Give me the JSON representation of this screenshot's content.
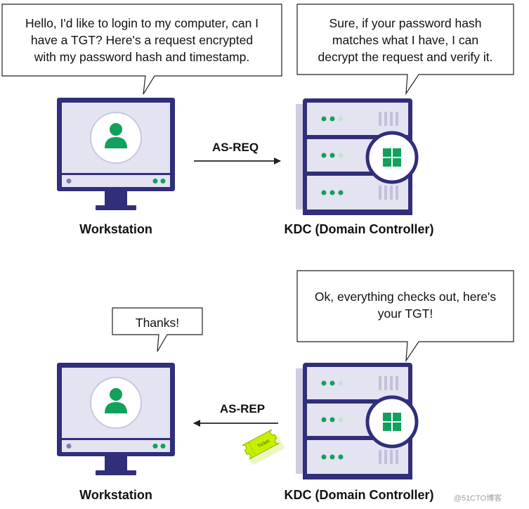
{
  "colors": {
    "monitor_frame": "#312f7a",
    "monitor_screen": "#e4e3f1",
    "avatar_circle": "#ffffff",
    "avatar_green": "#12a05c",
    "server_frame": "#312f7a",
    "server_body": "#e4e3f1",
    "server_shadow": "#cfcde3",
    "windows_green": "#12a05c",
    "bubble_border": "#222222",
    "ticket": "#c7f000"
  },
  "top": {
    "workstation_bubble": {
      "lines": [
        "Hello, I'd like to login to my computer, can I",
        "have a TGT? Here's a request encrypted",
        "with my password hash and timestamp."
      ]
    },
    "kdc_bubble": {
      "lines": [
        "Sure, if your password hash",
        "matches what I have, I can",
        "decrypt the request and verify it."
      ]
    },
    "workstation_label": "Workstation",
    "kdc_label": "KDC (Domain Controller)",
    "arrow_label": "AS-REQ",
    "arrow_direction": "right"
  },
  "bottom": {
    "workstation_bubble": {
      "lines": [
        "Thanks!"
      ]
    },
    "kdc_bubble": {
      "lines": [
        "Ok, everything checks out, here's",
        "your TGT!"
      ]
    },
    "workstation_label": "Workstation",
    "kdc_label": "KDC (Domain Controller)",
    "arrow_label": "AS-REP",
    "arrow_direction": "left",
    "ticket_text": "Ticket"
  },
  "watermark": "@51CTO博客"
}
